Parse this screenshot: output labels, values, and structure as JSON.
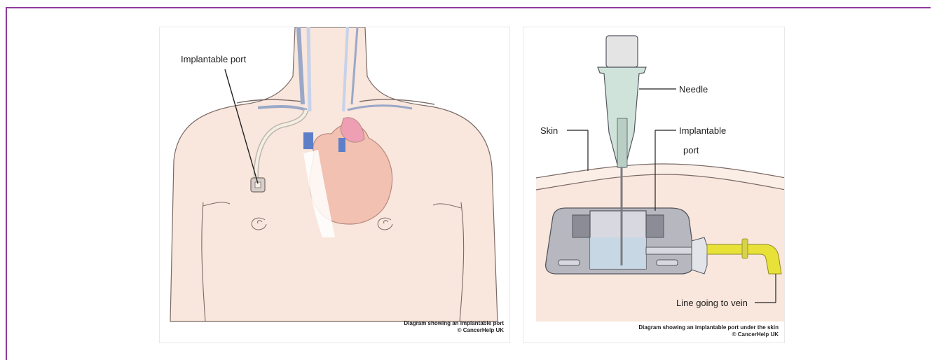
{
  "left_diagram": {
    "label_port": "Implantable port",
    "caption_line1": "Diagram showing an implantable port",
    "caption_line2": "© CancerHelp UK"
  },
  "right_diagram": {
    "label_needle": "Needle",
    "label_skin": "Skin",
    "label_port_line1": "Implantable",
    "label_port_line2": "port",
    "label_line": "Line going to vein",
    "caption_line1": "Diagram showing an implantable port under the skin",
    "caption_line2": "© CancerHelp UK"
  },
  "colors": {
    "border": "#8e3a9b",
    "skin": "#f9e6dc",
    "tube": "#e8e238",
    "heart": "#f2c1b1"
  }
}
